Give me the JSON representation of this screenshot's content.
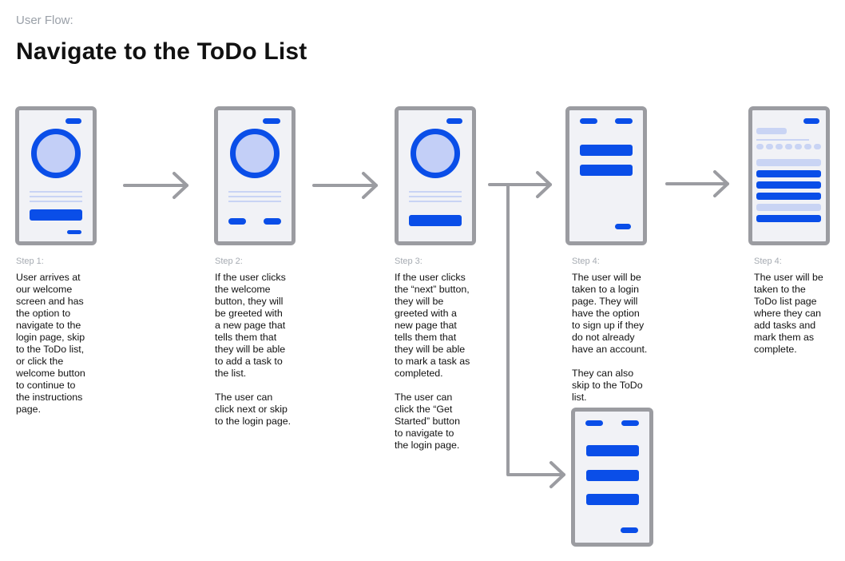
{
  "header": {
    "eyebrow": "User Flow:",
    "title": "Navigate to the ToDo List"
  },
  "colors": {
    "accent": "#0a4ee8",
    "light": "#c9d4f4",
    "frame": "#9b9ca1",
    "screen": "#f1f2f6",
    "arrow": "#9b9ca1"
  },
  "steps": [
    {
      "label": "Step 1:",
      "text": "User arrives at\nour welcome\nscreen and has\nthe option to\nnavigate to the\nlogin page, skip\nto the ToDo list,\nor click the\nwelcome button\nto continue to\nthe instructions\npage."
    },
    {
      "label": "Step 2:",
      "text": "If the user clicks\nthe welcome\nbutton, they will\nbe greeted with\na new page that\ntells them that\nthey will be able\nto add a task to\nthe list.\n\nThe user can\nclick next or skip\nto the login page."
    },
    {
      "label": "Step 3:",
      "text": "If the user clicks\nthe “next” button,\nthey will be\ngreeted with a\nnew page that\ntells them that\nthey will be able\nto mark a task as\ncompleted.\n\nThe user can\nclick the “Get\nStarted” button\nto navigate to\nthe login page."
    },
    {
      "label": "Step 4:",
      "text": "The user will be\ntaken to a login\npage. They will\nhave the option\nto sign up if they\ndo not already\nhave an account.\n\nThey can also\nskip to the ToDo\nlist."
    },
    {
      "label": "Step 4:",
      "text": "The user will be\ntaken to the\nToDo list page\nwhere they can\nadd tasks and\nmark them as\ncomplete."
    }
  ]
}
